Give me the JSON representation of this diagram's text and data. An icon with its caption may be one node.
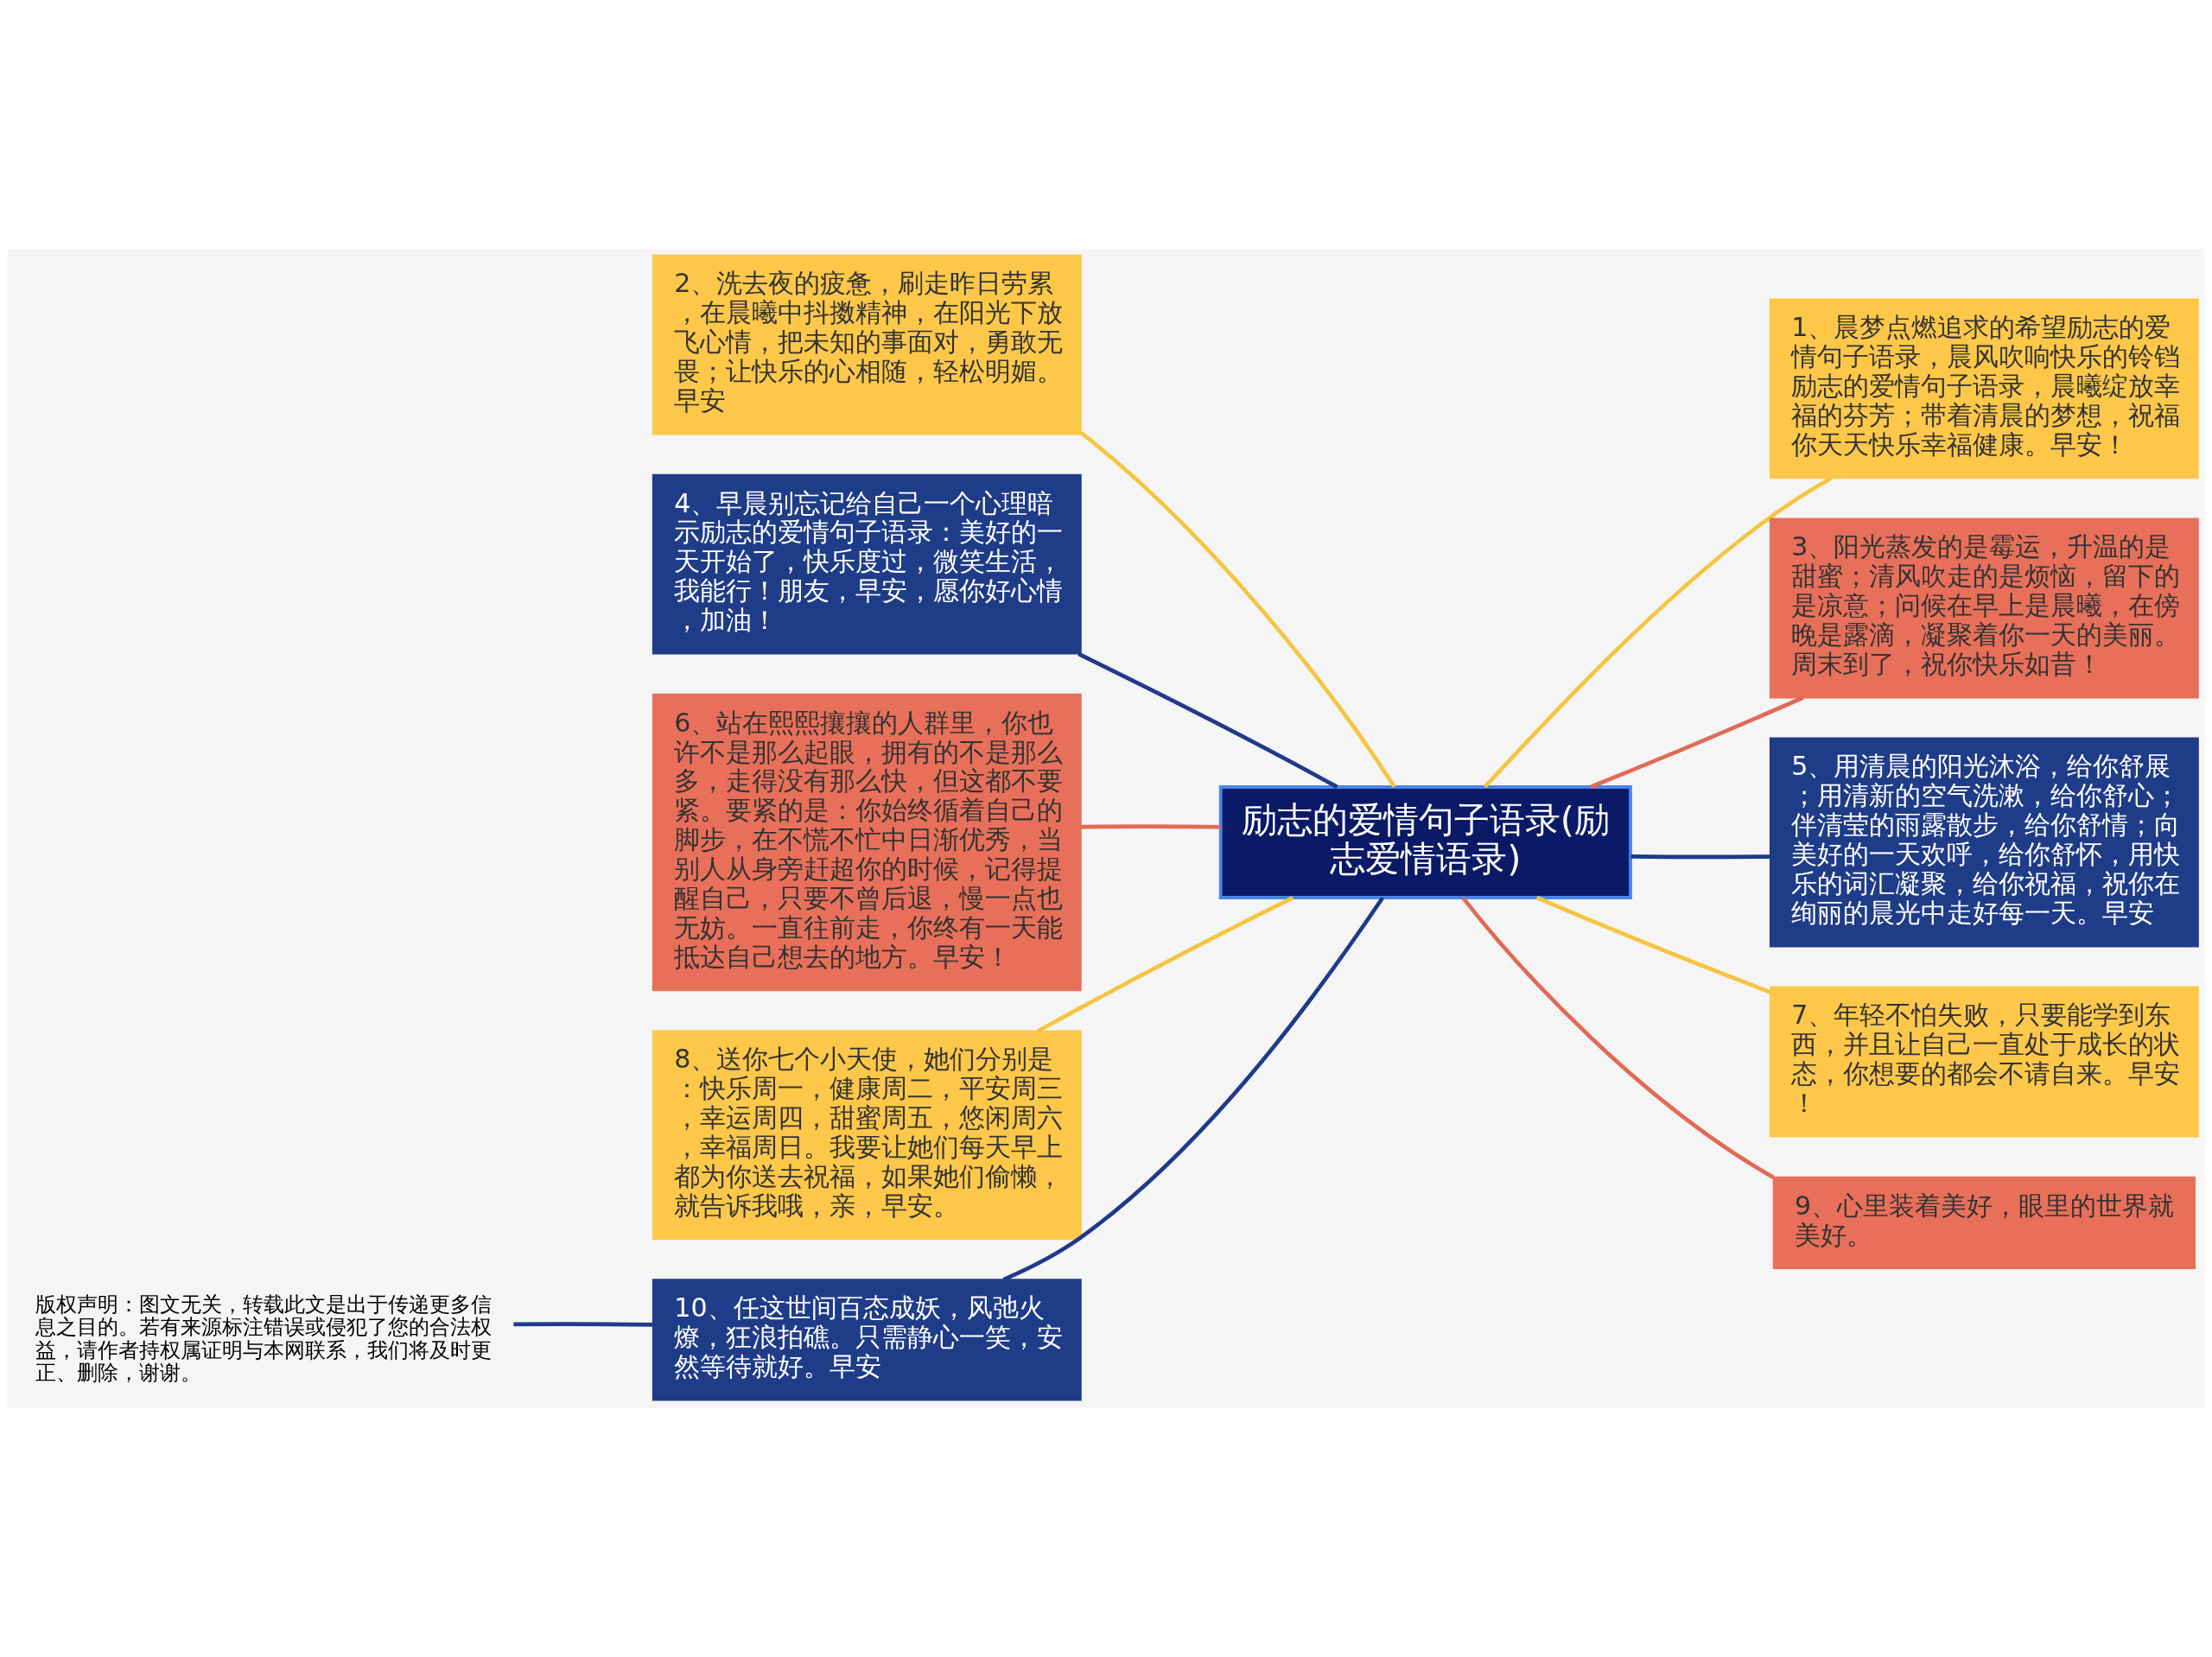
{
  "diagram": {
    "nodes": [
      {
        "text": [
          "励志的爱情句子语录(励志爱情语录)"
        ]
      },
      {
        "text": [
          "1、晨梦点燃追求的希望励志的爱情句子语录，晨风吹响快乐的铃铛励志的爱情句子语录，晨曦绽放幸福的芬芳；带着清晨的梦想，祝福你天天快乐幸福健康。早安！"
        ]
      },
      {
        "text": [
          "2、洗去夜的疲惫，刷走昨日劳累，在晨曦中抖擞精神，在阳光下放飞心情，把未知的事面对，勇敢无畏；让快乐的心相随，轻松明媚。早安"
        ]
      },
      {
        "text": [
          "3、阳光蒸发的是霉运，升温的是甜蜜；清风吹走的是烦恼，留下的是凉意；问候在早上是晨曦，在傍晚是露滴，凝聚着你一天的美丽。周末到了，祝你快乐如昔！"
        ]
      },
      {
        "text": [
          "4、早晨别忘记给自己一个心理暗示励志的爱情句子语录：美好的一天开始了，快乐度过，微笑生活，我能行！朋友，早安，愿你好心情，加油！"
        ]
      },
      {
        "text": [
          "5、用清晨的阳光沐浴，给你舒展；用清新的空气洗漱，给你舒心；伴清莹的雨露散步，给你舒情；向美好的一天欢呼，给你舒怀，用快乐的词汇凝聚，给你祝福，祝你在绚丽的晨光中走好每一天。早安"
        ]
      },
      {
        "text": [
          "6、站在熙熙攘攘的人群里，你也许不是那么起眼，拥有的不是那么多，走得没有那么快，但这都不要紧。要紧的是：你始终循着自己的脚步，在不慌不忙中日渐优秀，当别人从身旁赶超你的时候，记得提醒自己，只要不曾后退，慢一点也无妨。一直往前走，你终有一天能抵达自己想去的地方。早安！"
        ]
      },
      {
        "text": [
          "7、年轻不怕失败，只要能学到东西，并且让自己一直处于成长的状态，你想要的都会不请自来。早安！"
        ]
      },
      {
        "text": [
          "8、送你七个小天使，她们分别是：快乐周一，健康周二，平安周三，幸运周四，甜蜜周五，悠闲周六，幸福周日。我要让她们每天早上都为你送去祝福，如果她们偷懒，就告诉我哦，亲，早安。"
        ]
      },
      {
        "text": [
          "9、心里装着美好，眼里的世界就美好。"
        ]
      },
      {
        "text": [
          "10、任这世间百态成妖，风弛火燎，狂浪拍礁。只需静心一笑，安然等待就好。早安"
        ]
      },
      {
        "text": [
          "版权声明：图文无关，转载此文是出于传递更多信息之目的。若有来源标注错误或侵犯了您的合法权益，请作者持权属证明与本网联系，我们将及时更正、删除，谢谢。"
        ]
      }
    ],
    "edges": [
      {
        "from": 0,
        "to": 1,
        "arrow": "none"
      },
      {
        "from": 0,
        "to": 2,
        "arrow": "none"
      },
      {
        "from": 0,
        "to": 3,
        "arrow": "none",
        "color": "#e06b55"
      },
      {
        "from": 0,
        "to": 4,
        "arrow": "none",
        "color": "#1f3a8a"
      },
      {
        "from": 0,
        "to": 5,
        "arrow": "none",
        "color": "#1f3a8a"
      },
      {
        "from": 0,
        "to": 6,
        "arrow": "none",
        "color": "#e06b55"
      },
      {
        "from": 0,
        "to": 7,
        "arrow": "none"
      },
      {
        "from": 0,
        "to": 8,
        "arrow": "none"
      },
      {
        "from": 0,
        "to": 9,
        "arrow": "none",
        "color": "#e06b55"
      },
      {
        "from": 0,
        "to": 10,
        "arrow": "none",
        "color": "#1f3a8a"
      },
      {
        "from": 10,
        "to": 11,
        "arrow": "none",
        "color": "#1f3a8a"
      }
    ]
  }
}
